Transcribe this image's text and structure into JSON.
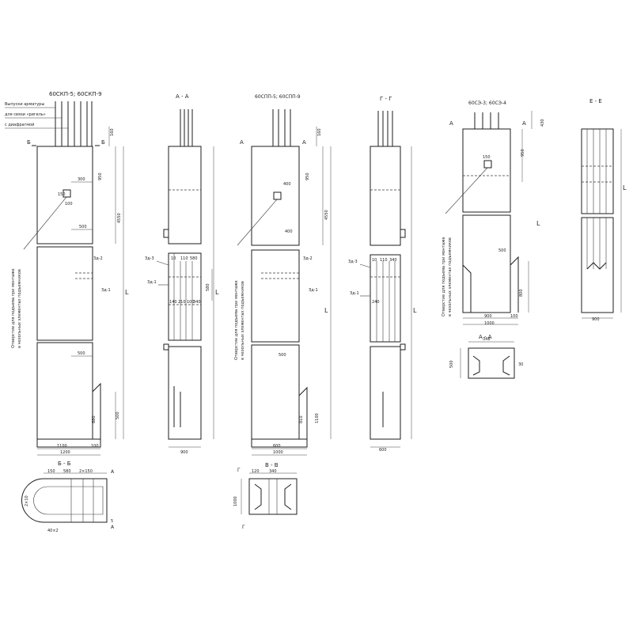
{
  "titles": {
    "panel_1": "60СКП-5; 60СКП-9",
    "panel_2": "60СПП-5; 60СПП-9",
    "panel_3": "60СЭ-3; 60СЭ-4",
    "sec_aa": "А - А",
    "sec_gg": "Г - Г",
    "sec_ee": "Е - Е",
    "sec_bb": "Б - Б",
    "sec_vv": "В - В",
    "sec_aa_small": "А - А"
  },
  "notes": {
    "rebar_1": "Выпуски арматуры",
    "rebar_2": "для связи «ригель»",
    "rebar_3": "с диафрагмой",
    "hole_note_1a": "Отверстие для подъема при монтаже",
    "hole_note_1b": "в чехольных элементах подъемников",
    "hole_note_2a": "Отверстие для подъема при монтаже",
    "hole_note_2b": "в чехольных элементах подъемников",
    "hole_note_3a": "Отверстие для подъема при монтаже",
    "hole_note_3b": "в чехольных элементах подъемников"
  },
  "markers": {
    "b1": "Б",
    "b2": "Б",
    "a1": "А",
    "a2": "А",
    "a3": "А",
    "a4": "А",
    "g1": "Г",
    "g2": "Г",
    "zd1": "Зд-1",
    "zd2": "Зд-2",
    "zd3": "Зд-3"
  },
  "dims": {
    "p1_top": "160",
    "p1_950": "950",
    "p1_300": "300",
    "p1_150": "150",
    "p1_100": "100",
    "p1_500a": "500",
    "p1_4550": "4550",
    "p1_L": "L",
    "p1_500b": "500",
    "p1_880": "880",
    "p1_500c": "500",
    "p1_1100": "1100",
    "p1_100b": "100",
    "p1_1200": "1200",
    "aa_10": "10",
    "aa_110": "110",
    "aa_580": "580",
    "aa_140": "140",
    "aa_210": "210",
    "aa_100": "100",
    "aa_340": "340",
    "aa_900": "900",
    "aa_L": "L",
    "p2_160": "160",
    "p2_950": "950",
    "p2_400": "400",
    "p2_4550": "4550",
    "p2_L": "L",
    "p2_500": "500",
    "p2_810": "810",
    "p2_1100": "1100",
    "p2_600": "600",
    "p2_1000": "1000",
    "gg_340": "340",
    "gg_240": "240",
    "gg_10": "10",
    "gg_110": "110",
    "gg_600": "600",
    "gg_L": "L",
    "p3_430": "430",
    "p3_150": "150",
    "p3_950": "950",
    "p3_500": "500",
    "p3_800": "800",
    "p3_L": "L",
    "p3_900": "900",
    "p3_1000": "1000",
    "p3_100": "100",
    "ee_900": "900",
    "ee_L": "L",
    "bb_150": "150",
    "bb_580": "580",
    "bb_2x150": "2×150",
    "bb_2x10": "2×10",
    "bb_40x2": "40×2",
    "bb_5": "5",
    "vv_120": "120",
    "vv_340": "340",
    "vv_1000": "1000",
    "aas_348": "348",
    "aas_500": "500",
    "aas_30": "30"
  }
}
